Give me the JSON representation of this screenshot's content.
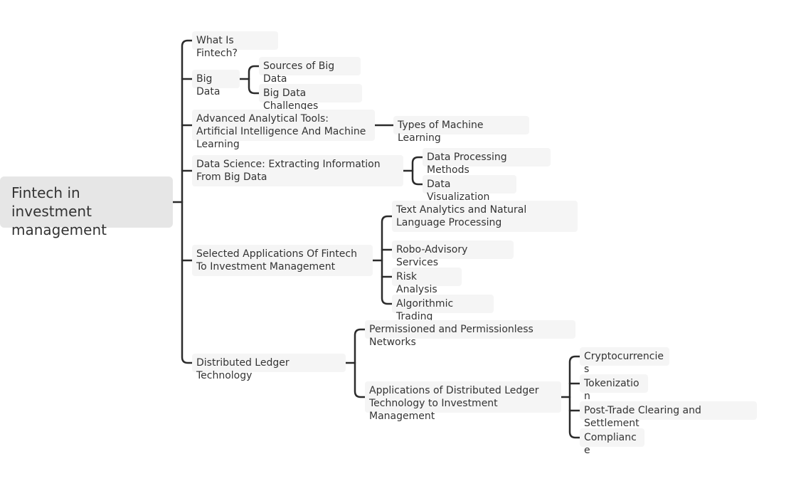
{
  "root": {
    "label": "Fintech in investment management"
  },
  "topics": {
    "what_is_fintech": {
      "label": "What Is Fintech?"
    },
    "big_data": {
      "label": "Big Data",
      "children": [
        "Sources of Big Data",
        "Big Data Challenges"
      ]
    },
    "advanced_tools": {
      "label": "Advanced Analytical Tools: Artificial Intelligence And Machine Learning",
      "children": [
        "Types of Machine Learning"
      ]
    },
    "data_science": {
      "label": "Data Science: Extracting Information From Big Data",
      "children": [
        "Data Processing Methods",
        "Data Visualization"
      ]
    },
    "applications": {
      "label": "Selected Applications Of Fintech To Investment Management",
      "children": [
        "Text Analytics and Natural Language Processing",
        "Robo-Advisory Services",
        "Risk Analysis",
        "Algorithmic Trading"
      ]
    },
    "dlt": {
      "label": "Distributed Ledger Technology",
      "children": [
        "Permissioned and Permissionless Networks",
        "Applications of Distributed Ledger Technology to Investment Management"
      ],
      "sub_children": [
        "Cryptocurrencies",
        "Tokenization",
        "Post-Trade Clearing and Settlement",
        "Compliance"
      ]
    }
  }
}
